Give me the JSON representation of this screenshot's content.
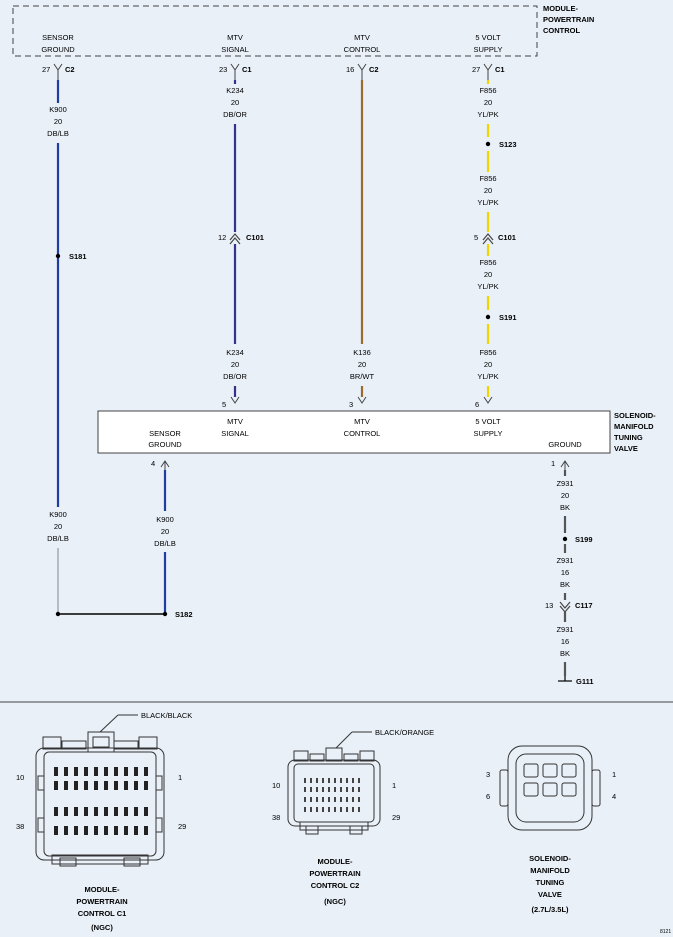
{
  "pcm": {
    "title_lines": [
      "MODULE-",
      "POWERTRAIN",
      "CONTROL"
    ],
    "pins": [
      {
        "lines": [
          "SENSOR",
          "GROUND"
        ],
        "pin": "27",
        "connector": "C2"
      },
      {
        "lines": [
          "MTV",
          "SIGNAL"
        ],
        "pin": "23",
        "connector": "C1"
      },
      {
        "lines": [
          "MTV",
          "CONTROL"
        ],
        "pin": "16",
        "connector": "C2"
      },
      {
        "lines": [
          "5 VOLT",
          "SUPPLY"
        ],
        "pin": "27",
        "connector": "C1"
      }
    ]
  },
  "wire_labels": {
    "k900_top": [
      "K900",
      "20",
      "DB/LB"
    ],
    "k234_top": [
      "K234",
      "20",
      "DB/OR"
    ],
    "f856_1": [
      "F856",
      "20",
      "YL/PK"
    ],
    "f856_2": [
      "F856",
      "20",
      "YL/PK"
    ],
    "f856_3": [
      "F856",
      "20",
      "YL/PK"
    ],
    "f856_4": [
      "F856",
      "20",
      "YL/PK"
    ],
    "k234_bot": [
      "K234",
      "20",
      "DB/OR"
    ],
    "k136": [
      "K136",
      "20",
      "BR/WT"
    ],
    "k900_left": [
      "K900",
      "20",
      "DB/LB"
    ],
    "k900_right": [
      "K900",
      "20",
      "DB/LB"
    ],
    "z931_1": [
      "Z931",
      "20",
      "BK"
    ],
    "z931_2": [
      "Z931",
      "16",
      "BK"
    ],
    "z931_3": [
      "Z931",
      "16",
      "BK"
    ]
  },
  "splices": {
    "s181": "S181",
    "s123": "S123",
    "s191": "S191",
    "s182": "S182",
    "s199": "S199"
  },
  "inline_connectors": {
    "c101_left": {
      "pin": "12",
      "name": "C101"
    },
    "c101_right": {
      "pin": "5",
      "name": "C101"
    },
    "c117": {
      "pin": "13",
      "name": "C117"
    }
  },
  "ground": "G111",
  "valve": {
    "title_lines": [
      "SOLENOID-",
      "MANIFOLD",
      "TUNING",
      "VALVE"
    ],
    "pins": [
      {
        "lines": [
          "MTV",
          "SIGNAL"
        ],
        "pin": "5"
      },
      {
        "lines": [
          "MTV",
          "CONTROL"
        ],
        "pin": "3"
      },
      {
        "lines": [
          "5 VOLT",
          "SUPPLY"
        ],
        "pin": "6"
      },
      {
        "lines": [
          "SENSOR",
          "GROUND"
        ],
        "pin": "4"
      },
      {
        "lines": [
          "GROUND"
        ],
        "pin": "1"
      }
    ]
  },
  "connector_views": {
    "c1": {
      "color": "BLACK/BLACK",
      "pin_tl": "10",
      "pin_tr": "1",
      "pin_bl": "38",
      "pin_br": "29",
      "caption": [
        "MODULE-",
        "POWERTRAIN",
        "CONTROL C1",
        "(NGC)"
      ]
    },
    "c2": {
      "color": "BLACK/ORANGE",
      "pin_tl": "10",
      "pin_tr": "1",
      "pin_bl": "38",
      "pin_br": "29",
      "caption": [
        "MODULE-",
        "POWERTRAIN",
        "CONTROL C2",
        "(NGC)"
      ]
    },
    "valve": {
      "pin_tl": "3",
      "pin_tr": "1",
      "pin_bl": "6",
      "pin_br": "4",
      "caption": [
        "SOLENOID-",
        "MANIFOLD",
        "TUNING",
        "VALVE",
        "(2.7L/3.5L)"
      ]
    }
  },
  "figure_id": "8121",
  "colors": {
    "blue": "#1f3fa0",
    "db_or": "#3a2f8a",
    "brown": "#9a6b2a",
    "yellow": "#f2d400",
    "black": "#555555"
  }
}
